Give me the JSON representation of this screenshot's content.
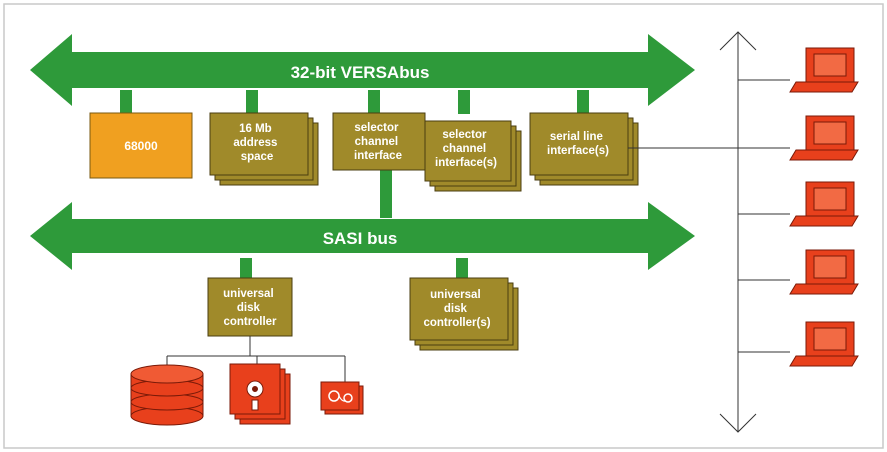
{
  "buses": {
    "top_label": "32-bit VERSAbus",
    "bottom_label": "SASI bus"
  },
  "boards": {
    "cpu": "68000",
    "memory": [
      "16 Mb",
      "address",
      "space"
    ],
    "selector_1": [
      "selector",
      "channel",
      "interface"
    ],
    "selector_n": [
      "selector",
      "channel",
      "interface(s)"
    ],
    "serial": [
      "serial line",
      "interface(s)"
    ],
    "disk_1": [
      "universal",
      "disk",
      "controller"
    ],
    "disk_n": [
      "universal",
      "disk",
      "controller(s)"
    ]
  },
  "colors": {
    "bus_green": "#2e9a3a",
    "board_olive": "#a08a2a",
    "board_shadow": "#6e5d1a",
    "cpu_orange": "#f0a020",
    "device_red": "#e8401c",
    "frame": "#c9c9c9"
  }
}
